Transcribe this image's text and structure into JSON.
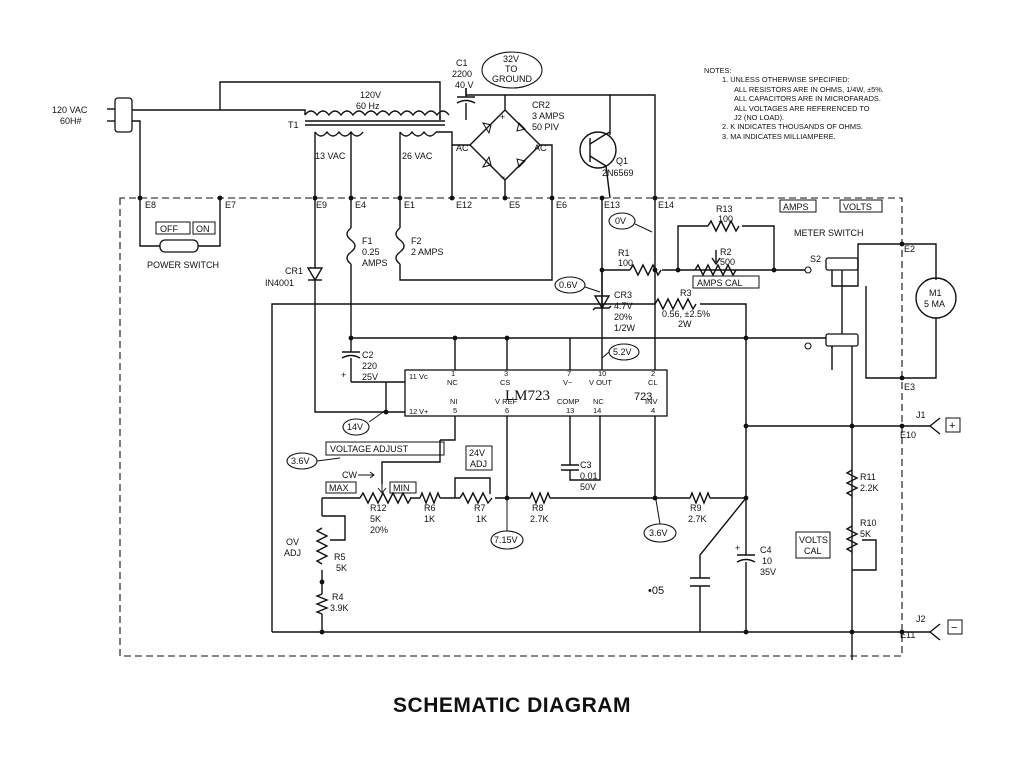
{
  "title": "SCHEMATIC DIAGRAM",
  "notes": {
    "heading": "NOTES:",
    "lines": [
      {
        "text": "1.  UNLESS OTHERWISE SPECIFIED:",
        "indent": "nl"
      },
      {
        "text": "ALL RESISTORS ARE IN OHMS, 1/4W, ±5%.",
        "indent": "nc"
      },
      {
        "text": "ALL CAPACITORS ARE IN MICROFARADS.",
        "indent": "nc"
      },
      {
        "text": "ALL VOLTAGES ARE REFERENCED TO",
        "indent": "nc"
      },
      {
        "text": "J2 (NO LOAD).",
        "indent": "nc"
      },
      {
        "text": "2.  K INDICATES THOUSANDS OF OHMS.",
        "indent": "nl"
      },
      {
        "text": "3.  MA INDICATES MILLIAMPERE.",
        "indent": "nl"
      }
    ]
  },
  "ac_input": {
    "line1": "120 VAC",
    "line2": "60H#"
  },
  "transformer": {
    "ref": "T1",
    "primary": "120V",
    "freq": "60 Hz",
    "tap1": "13 VAC",
    "tap2": "26 VAC"
  },
  "capacitors": {
    "c1": {
      "ref": "C1",
      "value": "2200",
      "voltage": "40 V"
    },
    "c2": {
      "ref": "C2",
      "value": "220",
      "voltage": "25V"
    },
    "c3": {
      "ref": "C3",
      "value": "0.01",
      "voltage": "50V"
    },
    "c4": {
      "ref": "C4",
      "value": "10",
      "voltage": "35V"
    }
  },
  "bridge": {
    "ref": "CR2",
    "rating": "3 AMPS",
    "piv": "50 PIV",
    "ac_label": "AC",
    "plus": "+",
    "minus": "−"
  },
  "transistor": {
    "ref": "Q1",
    "part": "2N6569"
  },
  "diodes": {
    "cr1": {
      "ref": "CR1",
      "part": "IN4001"
    },
    "cr3": {
      "ref": "CR3",
      "value": "4.7V",
      "tol": "20%",
      "watt": "1/2W"
    }
  },
  "fuses": {
    "f1": {
      "ref": "F1",
      "value": "0.25",
      "unit": "AMPS"
    },
    "f2": {
      "ref": "F2",
      "value": "2 AMPS"
    }
  },
  "power_switch": {
    "off": "OFF",
    "on": "ON",
    "label": "POWER SWITCH"
  },
  "terminals": [
    "E8",
    "E7",
    "E9",
    "E4",
    "E1",
    "E12",
    "E5",
    "E6",
    "E13",
    "E14",
    "E2",
    "E3",
    "E10",
    "E11"
  ],
  "test_points": {
    "v32": {
      "line1": "32V",
      "line2": "TO",
      "line3": "GROUND"
    },
    "v0": "0V",
    "v06": "0.6V",
    "v52": "5.2V",
    "v14": "14V",
    "v36a": "3.6V",
    "v715": "7.15V",
    "v36b": "3.6V"
  },
  "ic": {
    "name": "LM723",
    "part": "723",
    "top_pins": [
      {
        "num": "11",
        "name": "Vc"
      },
      {
        "num": "1",
        "name": "NC"
      },
      {
        "num": "3",
        "name": "CS"
      },
      {
        "num": "7",
        "name": "V−"
      },
      {
        "num": "10",
        "name": "V OUT"
      },
      {
        "num": "2",
        "name": "CL"
      }
    ],
    "bottom_pins": [
      {
        "num": "12",
        "name": "V+"
      },
      {
        "num": "5",
        "name": "NI"
      },
      {
        "num": "6",
        "name": "V REF"
      },
      {
        "num": "13",
        "name": "COMP"
      },
      {
        "num": "14",
        "name": "NC"
      },
      {
        "num": "4",
        "name": "INV"
      }
    ]
  },
  "resistors": {
    "r1": {
      "ref": "R1",
      "value": "100"
    },
    "r2": {
      "ref": "R2",
      "value": "500"
    },
    "r3": {
      "ref": "R3",
      "value": "0.56, ±2.5%",
      "watt": "2W"
    },
    "r4": {
      "ref": "R4",
      "value": "3.9K"
    },
    "r5": {
      "ref": "R5",
      "value": "5K"
    },
    "r6": {
      "ref": "R6",
      "value": "1K"
    },
    "r7": {
      "ref": "R7",
      "value": "1K"
    },
    "r8": {
      "ref": "R8",
      "value": "2.7K"
    },
    "r9": {
      "ref": "R9",
      "value": "2.7K"
    },
    "r10": {
      "ref": "R10",
      "value": "5K"
    },
    "r11": {
      "ref": "R11",
      "value": "2.2K"
    },
    "r12": {
      "ref": "R12",
      "value": "5K",
      "tol": "20%"
    },
    "r13": {
      "ref": "R13",
      "value": "100"
    }
  },
  "labels": {
    "amps": "AMPS",
    "volts": "VOLTS",
    "meter_switch": "METER SWITCH",
    "s2": "S2",
    "amps_cal": "AMPS CAL",
    "voltage_adjust": "VOLTAGE ADJUST",
    "adj_24v_1": "24V",
    "adj_24v_2": "ADJ",
    "cw": "CW",
    "max": "MAX",
    "min": "MIN",
    "ov_adj_1": "OV",
    "ov_adj_2": "ADJ",
    "volts_cal_1": "VOLTS",
    "volts_cal_2": "CAL",
    "meter_ref": "M1",
    "meter_range": "5 MA",
    "j1": "J1",
    "j1_sign": "+",
    "j2": "J2",
    "j2_sign": "−",
    "handwritten": "•05"
  }
}
